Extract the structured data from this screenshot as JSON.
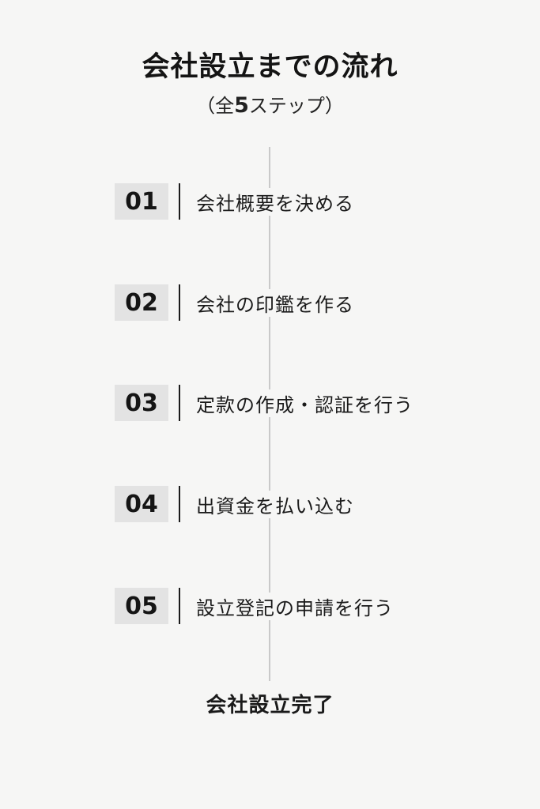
{
  "header": {
    "title": "会社設立までの流れ",
    "subtitle_open": "（全",
    "subtitle_count": "5",
    "subtitle_close": "ステップ）"
  },
  "steps": [
    {
      "number": "01",
      "label": "会社概要を決める"
    },
    {
      "number": "02",
      "label": "会社の印鑑を作る"
    },
    {
      "number": "03",
      "label": "定款の作成・認証を行う"
    },
    {
      "number": "04",
      "label": "出資金を払い込む"
    },
    {
      "number": "05",
      "label": "設立登記の申請を行う"
    }
  ],
  "final": {
    "label": "会社設立完了"
  },
  "colors": {
    "background": "#f6f6f5",
    "number_box": "#e3e3e3",
    "timeline": "#c9c9c9",
    "text": "#1a1a1a"
  }
}
